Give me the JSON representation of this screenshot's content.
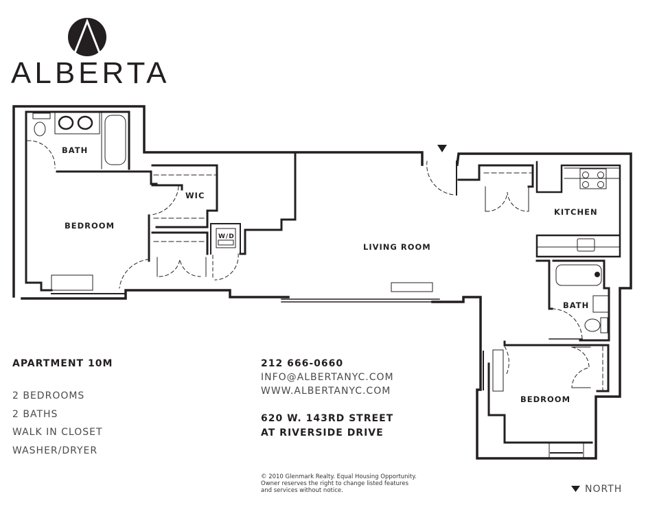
{
  "brand": {
    "name": "ALBERTA",
    "logo_icon": "circle-a-logo"
  },
  "plan": {
    "rooms": {
      "bath_master": "BATH",
      "wic": "WIC",
      "bedroom_master": "BEDROOM",
      "washer_dryer": "W/D",
      "living_room": "LIVING ROOM",
      "kitchen": "KITCHEN",
      "bath_second": "BATH",
      "bedroom_second": "BEDROOM"
    }
  },
  "apartment": {
    "title": "APARTMENT 10M",
    "features": [
      "2 BEDROOMS",
      "2 BATHS",
      "WALK IN CLOSET",
      "WASHER/DRYER"
    ]
  },
  "contact": {
    "phone": "212 666-0660",
    "email": "INFO@ALBERTANYC.COM",
    "website": "WWW.ALBERTANYC.COM",
    "address_line1": "620 W. 143RD STREET",
    "address_line2": "AT RIVERSIDE DRIVE"
  },
  "legal": {
    "line1": "© 2010 Glenmark Realty. Equal Housing Opportunity.",
    "line2": "Owner reserves the right to change listed features",
    "line3": "and services without notice."
  },
  "compass": {
    "label": "NORTH",
    "icon": "triangle-down-icon"
  }
}
